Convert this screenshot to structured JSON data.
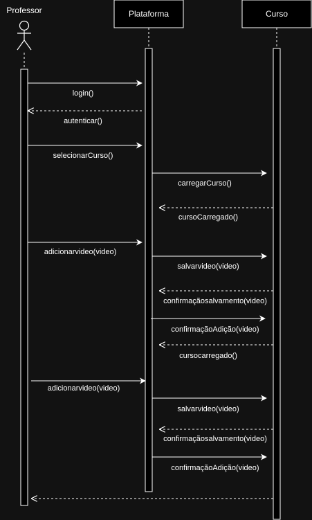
{
  "participants": {
    "professor": "Professor",
    "plataforma": "Plataforma",
    "curso": "Curso"
  },
  "messages": [
    {
      "label": "login()",
      "style": "solid"
    },
    {
      "label": "autenticar()",
      "style": "dashed"
    },
    {
      "label": "selecionarCurso()",
      "style": "solid"
    },
    {
      "label": "carregarCurso()",
      "style": "solid"
    },
    {
      "label": "cursoCarregado()",
      "style": "dashed"
    },
    {
      "label": "adicionarvideo(video)",
      "style": "solid"
    },
    {
      "label": "salvarvideo(video)",
      "style": "solid"
    },
    {
      "label": "confirmaçãosalvamento(video)",
      "style": "dashed"
    },
    {
      "label": "confirmaçãoAdição(video)",
      "style": "solid"
    },
    {
      "label": "cursocarregado()",
      "style": "dashed"
    },
    {
      "label": "adicionarvideo(video)",
      "style": "solid"
    },
    {
      "label": "salvarvideo(video)",
      "style": "solid"
    },
    {
      "label": "confirmaçãosalvamento(video)",
      "style": "dashed"
    },
    {
      "label": "confirmaçãoAdição(video)",
      "style": "solid"
    },
    {
      "label": "",
      "style": "dashed"
    }
  ],
  "colors": {
    "background": "#121212",
    "stroke": "#ffffff",
    "box_fill": "#000000"
  }
}
